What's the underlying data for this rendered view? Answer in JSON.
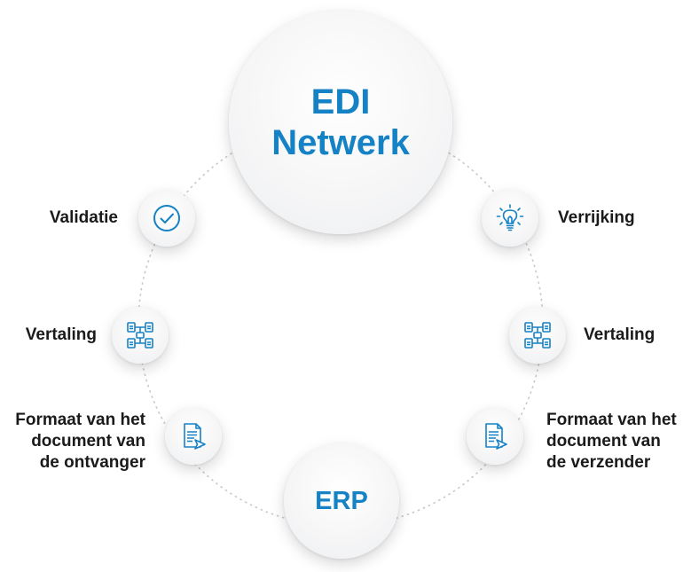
{
  "center": {
    "line1": "EDI",
    "line2": "Netwerk"
  },
  "bottom": {
    "label": "ERP"
  },
  "left_steps": [
    {
      "label": "Validatie",
      "icon": "check-circle-icon"
    },
    {
      "label": "Vertaling",
      "icon": "document-network-icon"
    },
    {
      "label_lines": [
        "Formaat van het",
        "document van",
        "de ontvanger"
      ],
      "icon": "document-send-icon"
    }
  ],
  "right_steps": [
    {
      "label": "Verrijking",
      "icon": "lightbulb-icon"
    },
    {
      "label": "Vertaling",
      "icon": "document-network-icon"
    },
    {
      "label_lines": [
        "Formaat van het",
        "document van",
        "de verzender"
      ],
      "icon": "document-send-icon"
    }
  ],
  "colors": {
    "accent": "#1582c6",
    "text": "#1a1a1a",
    "ring": "#c8c8c8"
  }
}
